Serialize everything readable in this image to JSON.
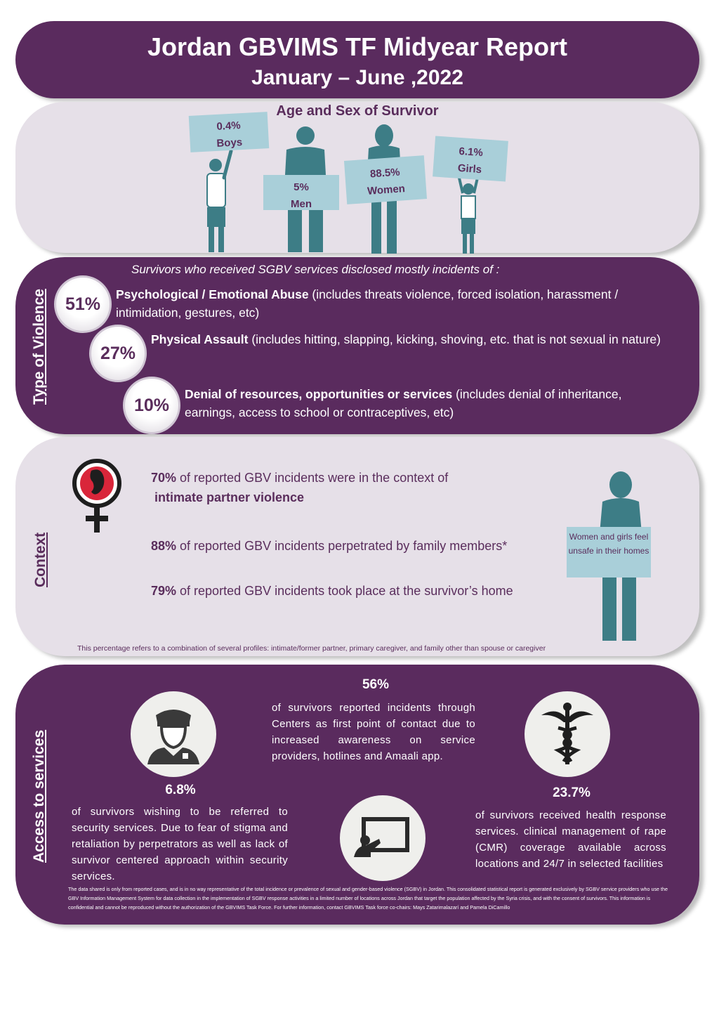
{
  "header": {
    "title": "Jordan GBVIMS TF Midyear Report",
    "subtitle": "January – June ,2022"
  },
  "age_sex": {
    "title": "Age and Sex of Survivor",
    "groups": [
      {
        "pct": "0.4%",
        "label": "Boys"
      },
      {
        "pct": "5%",
        "label": "Men"
      },
      {
        "pct": "88.5%",
        "label": "Women"
      },
      {
        "pct": "6.1%",
        "label": "Girls"
      }
    ]
  },
  "type_of_violence": {
    "section_label": "Type of Violence",
    "intro": "Survivors who received SGBV services disclosed mostly incidents of :",
    "items": [
      {
        "pct": "51%",
        "title": "Psychological / Emotional Abuse",
        "desc": " (includes threats violence, forced isolation, harassment / intimidation, gestures, etc)"
      },
      {
        "pct": "27%",
        "title": "Physical Assault",
        "desc": " (includes hitting, slapping, kicking, shoving, etc. that is not sexual in nature)"
      },
      {
        "pct": "10%",
        "title": "Denial of resources, opportunities or services",
        "desc": " (includes denial of inheritance, earnings, access to school or contraceptives, etc)"
      }
    ]
  },
  "context": {
    "section_label": "Context",
    "line1_pct": "70%",
    "line1_text": " of reported GBV incidents were in the context of",
    "line1_bold": "intimate partner violence",
    "line2_pct": "88%",
    "line2_text": " of reported GBV incidents perpetrated by family members*",
    "line3_pct": "79%",
    "line3_text": " of reported GBV incidents took place at the survivor’s home",
    "sign": "Women and girls feel unsafe in their homes",
    "footnote": "This percentage refers to a combination of several profiles: intimate/former partner, primary caregiver, and family other than spouse or caregiver"
  },
  "access": {
    "section_label": "Access to services",
    "center_pct": "56%",
    "center_text": "of survivors reported incidents through Centers as first point of contact due to increased awareness on service providers, hotlines and Amaali app.",
    "left_pct": "6.8%",
    "left_text": "of survivors wishing to be referred to security services. Due to fear of stigma and retaliation by perpetrators as well as lack of survivor centered approach within security services.",
    "right_pct": "23.7%",
    "right_text": "of survivors received health response services. clinical management of rape (CMR) coverage available across locations and 24/7 in selected facilities",
    "disclaimer": "The data shared is only from reported cases, and is in no way representative of the total incidence or prevalence of sexual and gender-based violence (SGBV) in Jordan. This consolidated statistical report is generated exclusively by SGBV service providers who use the GBV Information Management System for data collection in the implementation of SGBV response activities in a limited number of locations across Jordan that target the population affected by the Syria crisis, and with the consent of survivors. This information is confidential and cannot be reproduced without the authorization of the GBVIMS Task Force. For further information, contact GBVIMS Task force co-chairs: Mays Zatarimalazarí and Pamela DiCamillo"
  },
  "colors": {
    "purple": "#5a2b5e",
    "light": "#e6e0e8",
    "teal": "#3d7d86",
    "sign_blue": "#a9cfd9"
  },
  "icons": [
    "venus-icon",
    "police-officer-icon",
    "caduceus-icon",
    "presentation-icon"
  ]
}
